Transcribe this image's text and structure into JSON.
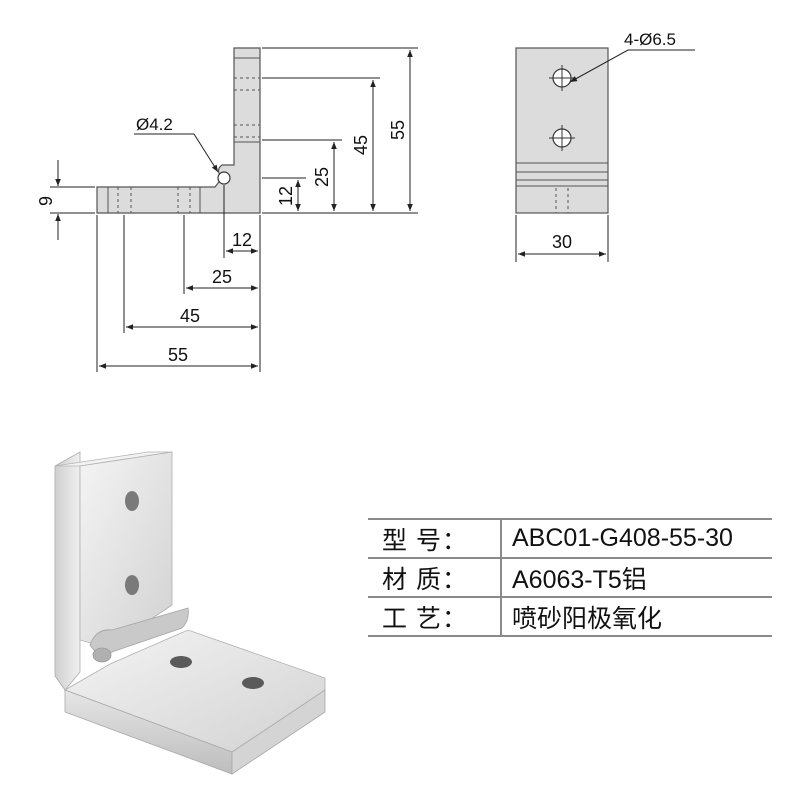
{
  "side_view": {
    "hole_note": "Ø4.2",
    "dims": {
      "thickness": "9",
      "h_12": "12",
      "h_25": "25",
      "h_45": "45",
      "h_55": "55",
      "w_12": "12",
      "w_25": "25",
      "w_45": "45",
      "w_55": "55"
    }
  },
  "front_view": {
    "hole_note": "4-Ø6.5",
    "width": "30"
  },
  "spec_table": {
    "rows": [
      {
        "label": "型 号：",
        "value": "ABC01-G408-55-30"
      },
      {
        "label": "材 质：",
        "value": "A6063-T5铝"
      },
      {
        "label": "工 艺：",
        "value": "喷砂阳极氧化"
      }
    ]
  },
  "colors": {
    "part_fill": "#dcdcdc",
    "part_stroke": "#555555",
    "dimension_line": "#222222"
  }
}
